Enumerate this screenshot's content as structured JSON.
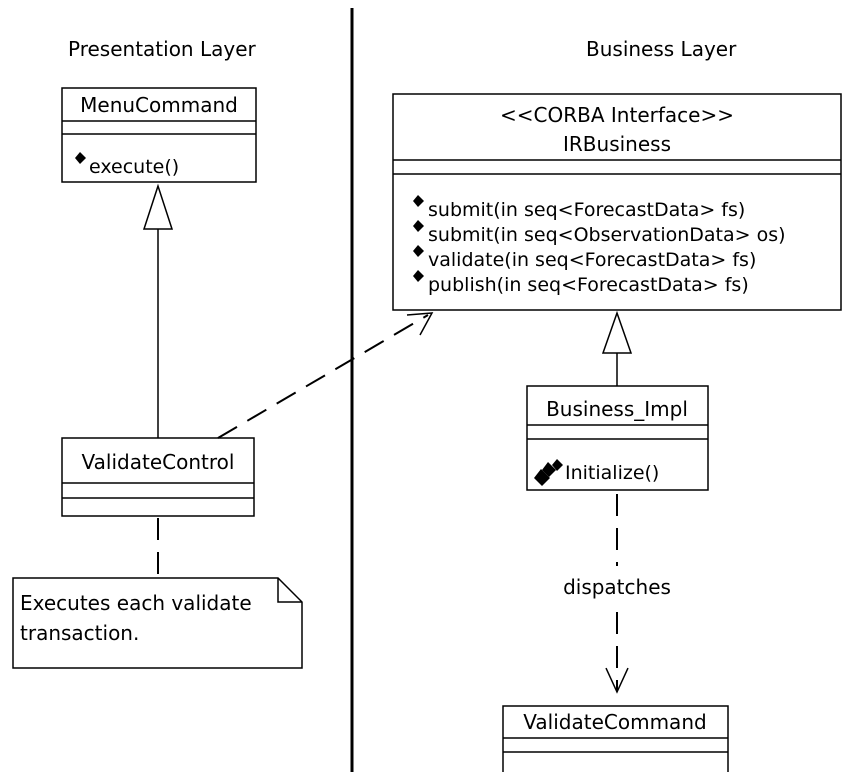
{
  "layers": {
    "presentation_title": "Presentation Layer",
    "business_title": "Business Layer"
  },
  "classes": {
    "menu_command": {
      "name": "MenuCommand",
      "operations": [
        "execute()"
      ]
    },
    "validate_control": {
      "name": "ValidateControl"
    },
    "ir_business": {
      "stereotype": "<<CORBA Interface>>",
      "name": "IRBusiness",
      "operations": [
        "submit(in seq<ForecastData> fs)",
        "submit(in seq<ObservationData> os)",
        "validate(in seq<ForecastData> fs)",
        "publish(in seq<ForecastData> fs)"
      ]
    },
    "business_impl": {
      "name": "Business_Impl",
      "operations": [
        "Initialize()"
      ]
    },
    "validate_command": {
      "name": "ValidateCommand"
    }
  },
  "note": {
    "lines": [
      "Executes each validate",
      "transaction."
    ]
  },
  "relations": {
    "dispatches_label": "dispatches"
  }
}
